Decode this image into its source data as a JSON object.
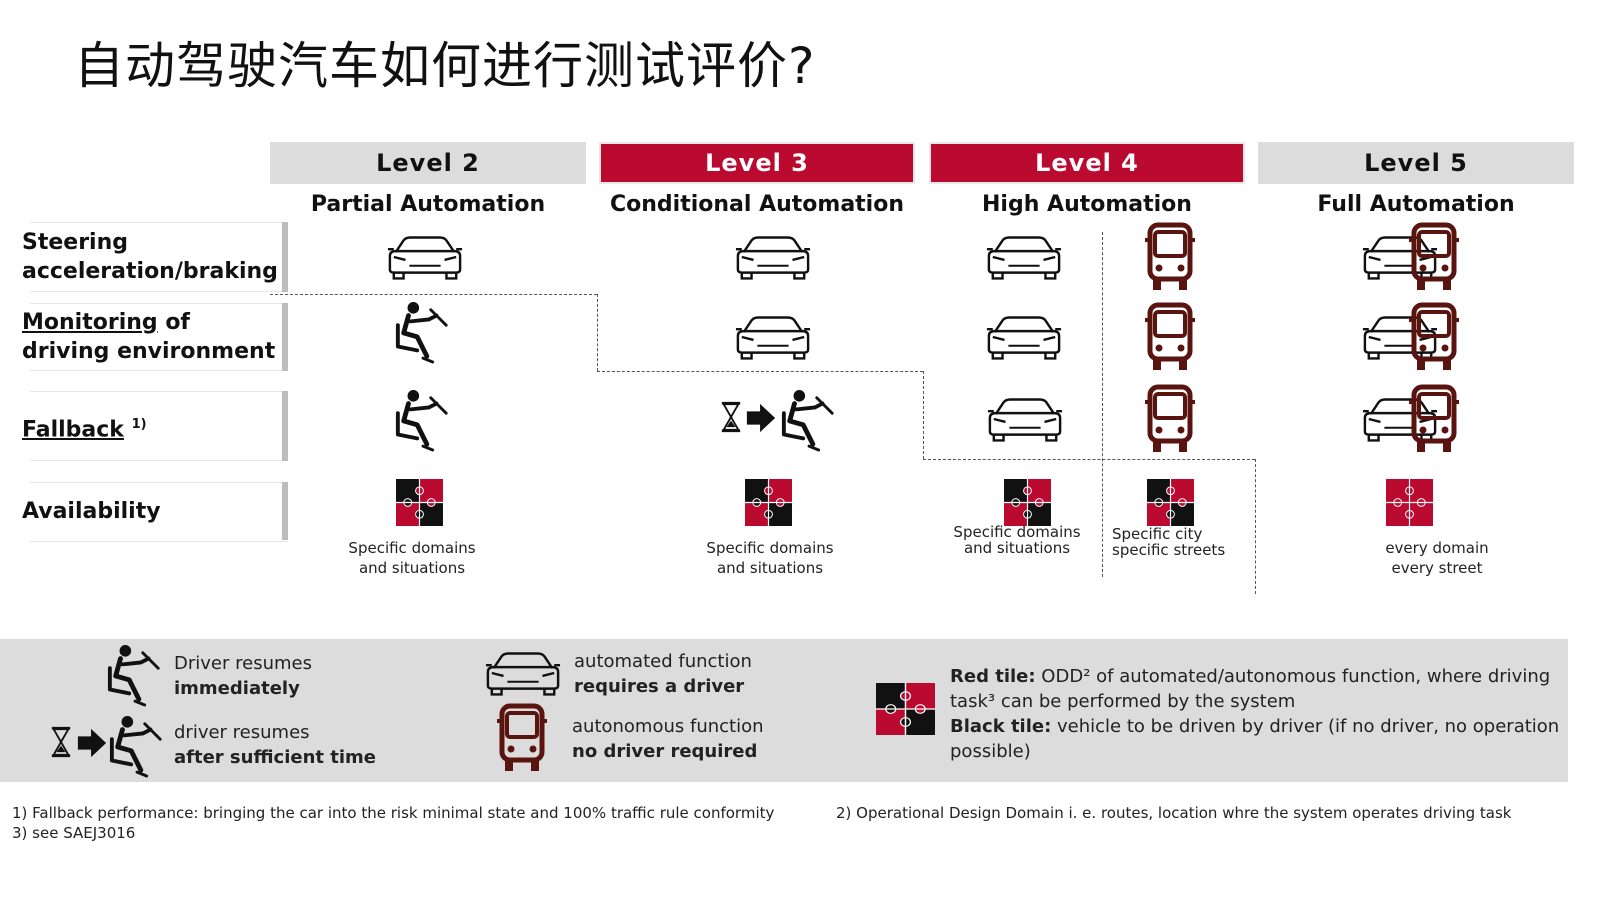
{
  "title": "自动驾驶汽车如何进行测试评价?",
  "levels": [
    {
      "label": "Level 2",
      "name": "Partial Automation",
      "color": "#dcdcdc"
    },
    {
      "label": "Level 3",
      "name": "Conditional Automation",
      "color": "#bb0a30"
    },
    {
      "label": "Level 4",
      "name": "High Automation",
      "color": "#bb0a30"
    },
    {
      "label": "Level 5",
      "name": "Full Automation",
      "color": "#dcdcdc"
    }
  ],
  "rows": {
    "steering_line1": "Steering",
    "steering_line2": "acceleration/braking",
    "monitoring_line1_ul": "Monitoring",
    "monitoring_line1_rest": " of",
    "monitoring_line2": "driving environment",
    "fallback": "Fallback",
    "fallback_sup": "1)",
    "availability": "Availability"
  },
  "availability": {
    "l2_line1": "Specific domains",
    "l2_line2": "and situations",
    "l3_line1": "Specific domains",
    "l3_line2": "and situations",
    "l4a_line1": "Specific domains",
    "l4a_line2": "and situations",
    "l4b_line1": "Specific city",
    "l4b_line2": "specific streets",
    "l5_line1": "every domain",
    "l5_line2": "every street"
  },
  "legend": {
    "driver_immediate_1": "Driver resumes",
    "driver_immediate_2": "immediately",
    "driver_time_1": "driver resumes",
    "driver_time_2": "after sufficient time",
    "car_1": "automated function",
    "car_2": "requires a driver",
    "bus_1": "autonomous function",
    "bus_2": "no driver required",
    "red_tile_label": "Red tile:",
    "red_tile_text1": " ODD² of automated/autonomous function, where driving",
    "red_tile_text2": "task³ can be performed by the system",
    "black_tile_label": "Black tile:",
    "black_tile_text1": " vehicle to be driven by driver (if no driver, no operation",
    "black_tile_text2": "possible)"
  },
  "footnotes": {
    "f1": "1) Fallback performance: bringing the car into the risk minimal state and 100% traffic rule conformity",
    "f2": "2) Operational Design Domain i. e. routes, location whre the system operates driving task",
    "f3": "3) see SAEJ3016"
  },
  "colors": {
    "accent_red": "#bb0a30",
    "bus_brown": "#5a1410",
    "band_gray": "#dcdcdc"
  },
  "icons": [
    "car-icon",
    "bus-icon",
    "driver-icon",
    "hourglass-icon",
    "arrow-icon",
    "puzzle-icon"
  ]
}
